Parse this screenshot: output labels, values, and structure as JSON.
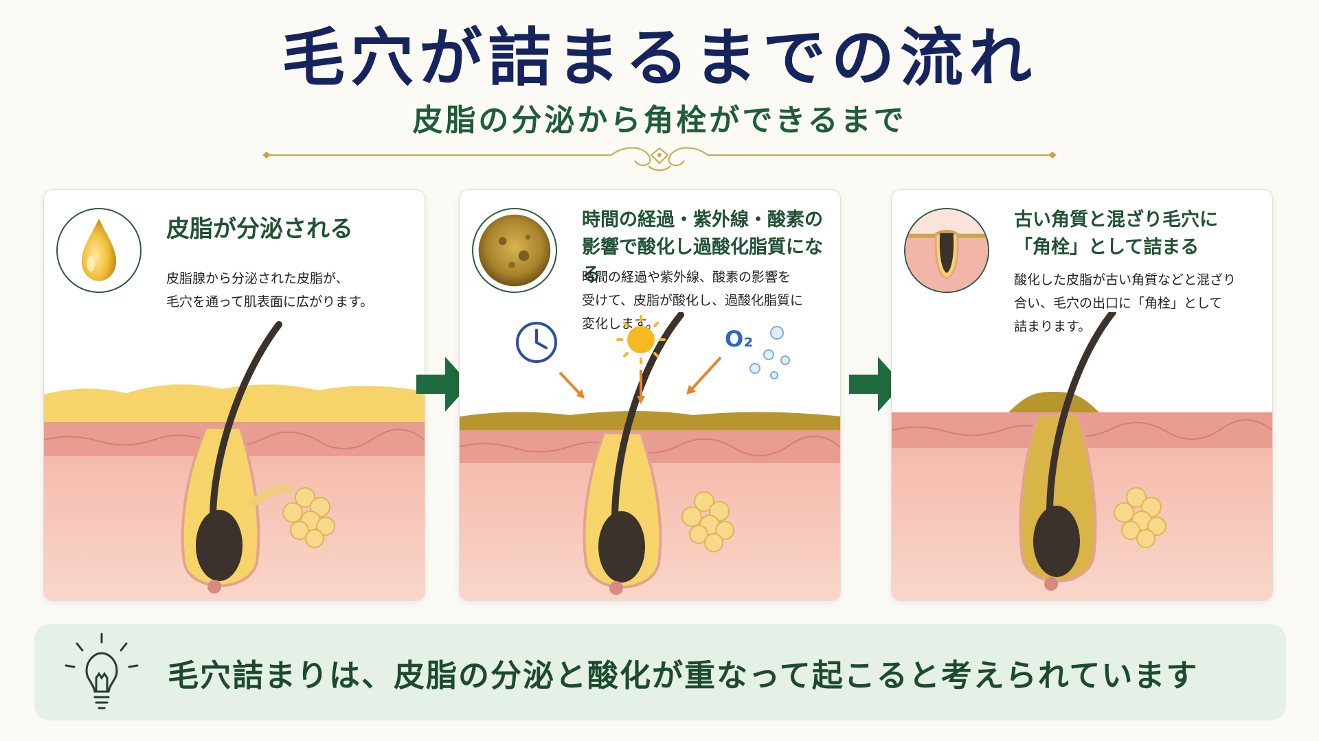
{
  "title": "毛穴が詰まるまでの流れ",
  "subtitle": "皮脂の分泌から角栓ができるまで",
  "panels": [
    {
      "heading": "皮脂が分泌される",
      "body_lines": [
        "皮脂腺から分泌された皮脂が、",
        "毛穴を通って肌表面に広がります。"
      ],
      "icon": "oil-drop-icon"
    },
    {
      "heading_lines": [
        "時間の経過・紫外線・酸素の",
        "影響で酸化し過酸化脂質になる"
      ],
      "body_lines": [
        "時間の経過や紫外線、酸素の影響を",
        "受けて、皮脂が酸化し、過酸化脂質に",
        "変化します。"
      ],
      "icon": "oxidized-sebum-icon",
      "oxygen_label": "O₂"
    },
    {
      "heading_lines": [
        "古い角質と混ざり毛穴に",
        "「角栓」として詰まる"
      ],
      "body_lines": [
        "酸化した皮脂が古い角質などと混ざり",
        "合い、毛穴の出口に「角栓」として",
        "詰まります。"
      ],
      "icon": "clogged-pore-icon"
    }
  ],
  "footer": {
    "text": "毛穴詰まりは、皮脂の分泌と酸化が重なって起こると考えられています",
    "icon": "lightbulb-icon"
  },
  "colors": {
    "title": "#16245e",
    "accent_green": "#1f5c3a",
    "gold": "#c9a64a",
    "skin": "#f6c9bb",
    "sebum": "#f2cf5c",
    "oxidized_sebum": "#b8962e",
    "footer_bg": "#e5f0e6"
  }
}
